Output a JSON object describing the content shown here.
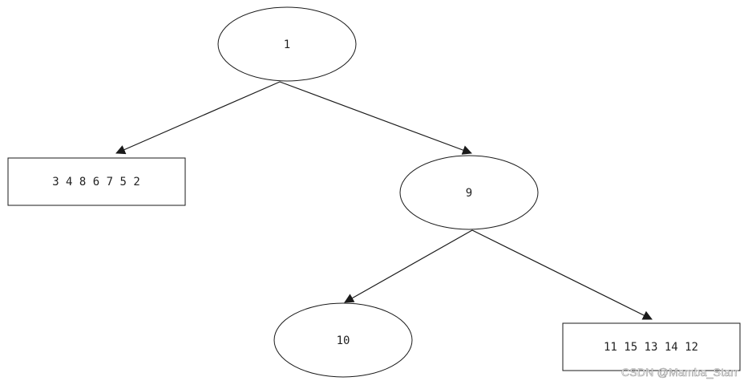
{
  "diagram": {
    "nodes": {
      "root": "1",
      "left_leaf": "3 4 8 6 7 5 2",
      "right_node": "9",
      "right_left_child": "10",
      "right_right_leaf": "11 15 13 14 12"
    },
    "line_color": "#1a1a1a"
  },
  "watermark": "CSDN @Mamba_Starr"
}
